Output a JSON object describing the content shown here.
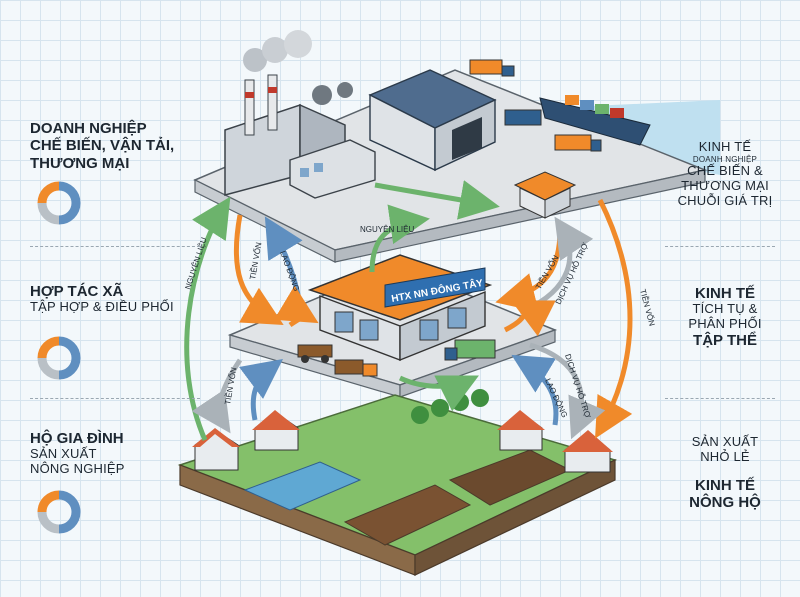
{
  "left": {
    "enterprise": {
      "line1": "DOANH NGHIỆP",
      "line2": "CHẾ BIẾN, VẬN TẢI,",
      "line3": "THƯƠNG MẠI"
    },
    "coop": {
      "line1": "HỢP TÁC XÃ",
      "line2": "TẬP HỢP & ĐIỀU PHỐI"
    },
    "household": {
      "line1": "HỘ GIA ĐÌNH",
      "line2": "SẢN XUẤT",
      "line3": "NÔNG NGHIỆP"
    }
  },
  "right": {
    "enterprise": {
      "line1": "KINH TẾ",
      "small": "DOANH NGHIỆP",
      "line2": "CHẾ BIẾN &",
      "line3": "THƯƠNG MẠI",
      "line4": "CHUỖI GIÁ TRỊ"
    },
    "coop": {
      "line1": "KINH TẾ",
      "line2": "TÍCH TỤ &",
      "line3": "PHÂN PHỐI",
      "line4": "TẬP THỂ"
    },
    "household": {
      "line1": "SẢN XUẤT",
      "line2": "NHỎ LẺ",
      "line3": "KINH TẾ",
      "line4": "NÔNG HỘ"
    }
  },
  "flows": {
    "raw_material_top": "NGUYÊN LIỆU",
    "raw_material_left": "NGUYÊN LIỆU",
    "capital_a": "TIỀN VỐN",
    "labor_a": "LAO ĐỘNG",
    "capital_b": "TIỀN VỐN",
    "support_a": "DỊCH VỤ HỖ TRỢ",
    "capital_c": "TIỀN VỐN",
    "capital_d": "TIỀN VỐN",
    "labor_b": "LAO ĐỘNG",
    "support_b": "DỊCH VỤ HỖ TRỢ"
  },
  "coop_sign": "HTX NN ĐÔNG TÂY",
  "colors": {
    "green": "#6cb36c",
    "orange": "#f08a2a",
    "blue": "#5f8fc0",
    "gray": "#b9c0c6",
    "navy": "#2f5f8e"
  },
  "donuts": [
    {
      "fractions": [
        0.5,
        0.25,
        0.25
      ]
    },
    {
      "fractions": [
        0.5,
        0.25,
        0.25
      ]
    },
    {
      "fractions": [
        0.5,
        0.25,
        0.25
      ]
    }
  ]
}
